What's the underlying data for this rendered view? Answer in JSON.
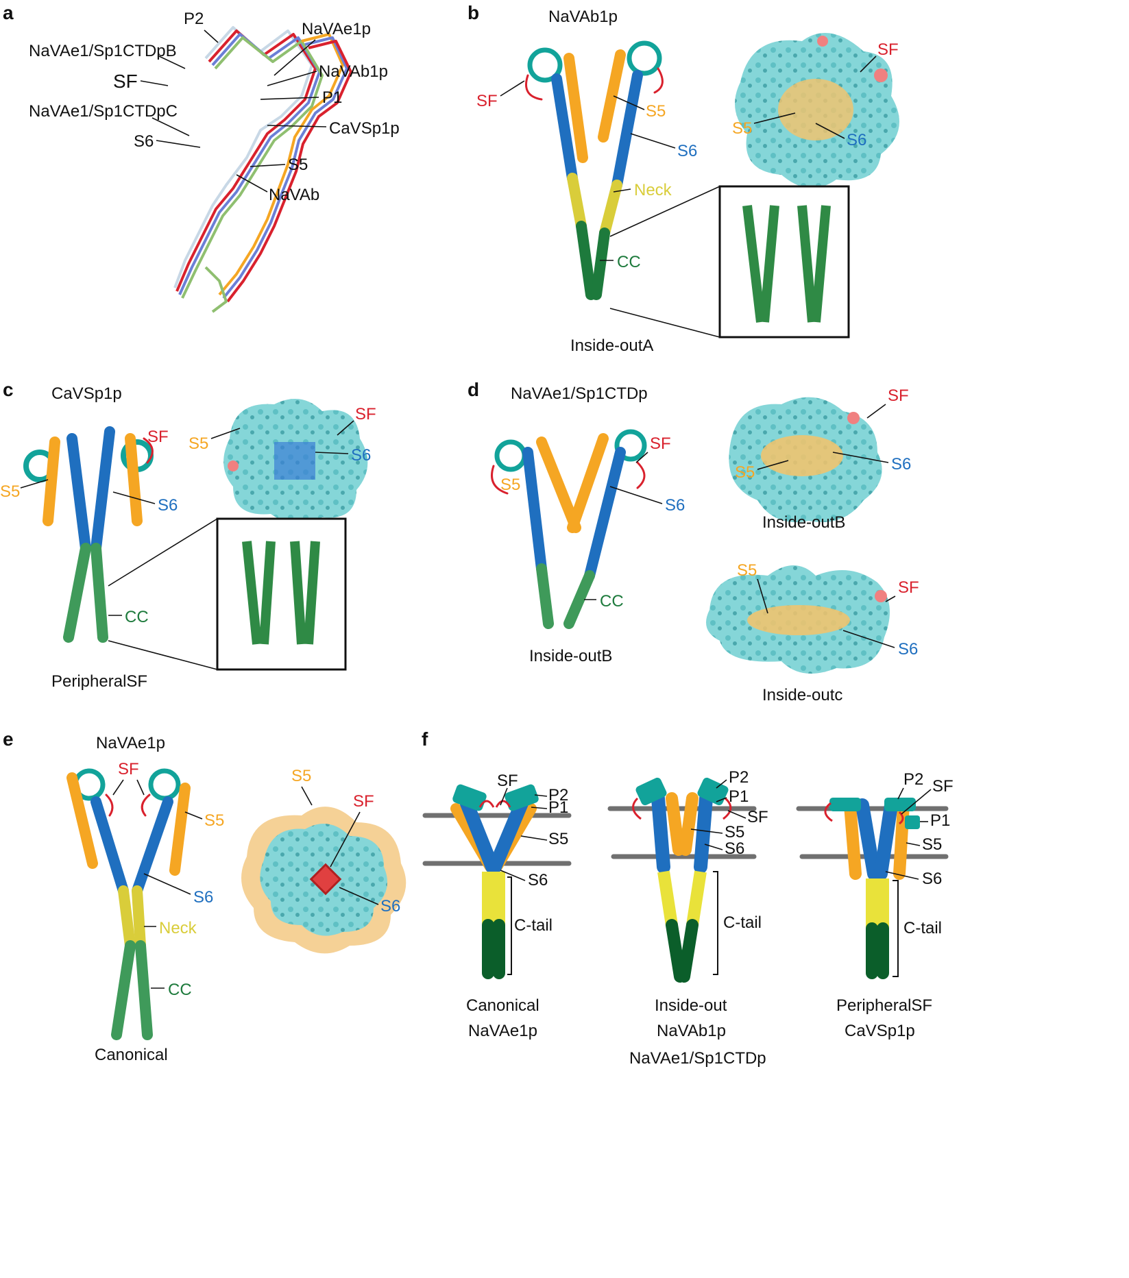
{
  "colors": {
    "sf": "#d9212d",
    "s5": "#f5a623",
    "s6": "#1f6fbf",
    "neck": "#e9e23a",
    "cc": "#1d7a3c",
    "p_helix": "#12a39a",
    "surface": "#7fd3d5",
    "ctail_dark": "#0b5e2a",
    "membrane": "#707070"
  },
  "icons": {
    "helix": "ribbon-helix-icon",
    "surface": "molecular-surface-icon"
  },
  "panels": {
    "a": {
      "letter": "a",
      "labels": {
        "p2": "P2",
        "naae1p": "NaVAe1p",
        "spb": "NaVAe1/Sp1CTDpB",
        "sf": "SF",
        "naab1p": "NaVAb1p",
        "p1": "P1",
        "spc": "NaVAe1/Sp1CTDpC",
        "casp1p": "CaVSp1p",
        "s6": "S6",
        "s5": "S5",
        "naab": "NaVAb"
      }
    },
    "b": {
      "letter": "b",
      "title": "NaVAb1p",
      "labels": {
        "sf": "SF",
        "s5": "S5",
        "s6": "S6",
        "neck": "Neck",
        "cc": "CC",
        "top_sf": "SF",
        "top_s5": "S5",
        "top_s6": "S6"
      },
      "caption": "Inside-outA"
    },
    "c": {
      "letter": "c",
      "title": "CaVSp1p",
      "labels": {
        "sf": "SF",
        "s5": "S5",
        "s6": "S6",
        "cc": "CC",
        "top_sf": "SF",
        "top_s5": "S5",
        "top_s6": "S6"
      },
      "caption": "PeripheralSF"
    },
    "d": {
      "letter": "d",
      "title": "NaVAe1/Sp1CTDp",
      "labels": {
        "sf": "SF",
        "s5": "S5",
        "s6": "S6",
        "cc": "CC",
        "top1_sf": "SF",
        "top1_s5": "S5",
        "top1_s6": "S6",
        "top2_sf": "SF",
        "top2_s5": "S5",
        "top2_s6": "S6"
      },
      "caption": "Inside-outB",
      "top1_caption": "Inside-outB",
      "top2_caption": "Inside-outc"
    },
    "e": {
      "letter": "e",
      "title": "NaVAe1p",
      "labels": {
        "sf": "SF",
        "s5": "S5",
        "s6": "S6",
        "neck": "Neck",
        "cc": "CC",
        "top_s5": "S5",
        "top_sf": "SF",
        "top_s6": "S6"
      },
      "caption": "Canonical"
    },
    "f": {
      "letter": "f",
      "schemes": [
        {
          "labels": {
            "sf": "SF",
            "p2": "P2",
            "p1": "P1",
            "s5": "S5",
            "s6": "S6",
            "ctail": "C-tail"
          },
          "caption1": "Canonical",
          "caption2": "NaVAe1p"
        },
        {
          "labels": {
            "p2": "P2",
            "p1": "P1",
            "sf": "SF",
            "s5": "S5",
            "s6": "S6",
            "ctail": "C-tail"
          },
          "caption1": "Inside-out",
          "caption2": "NaVAb1p",
          "caption3": "NaVAe1/Sp1CTDp"
        },
        {
          "labels": {
            "p2": "P2",
            "sf": "SF",
            "p1": "P1",
            "s5": "S5",
            "s6": "S6",
            "ctail": "C-tail"
          },
          "caption1": "PeripheralSF",
          "caption2": "CaVSp1p"
        }
      ]
    }
  }
}
